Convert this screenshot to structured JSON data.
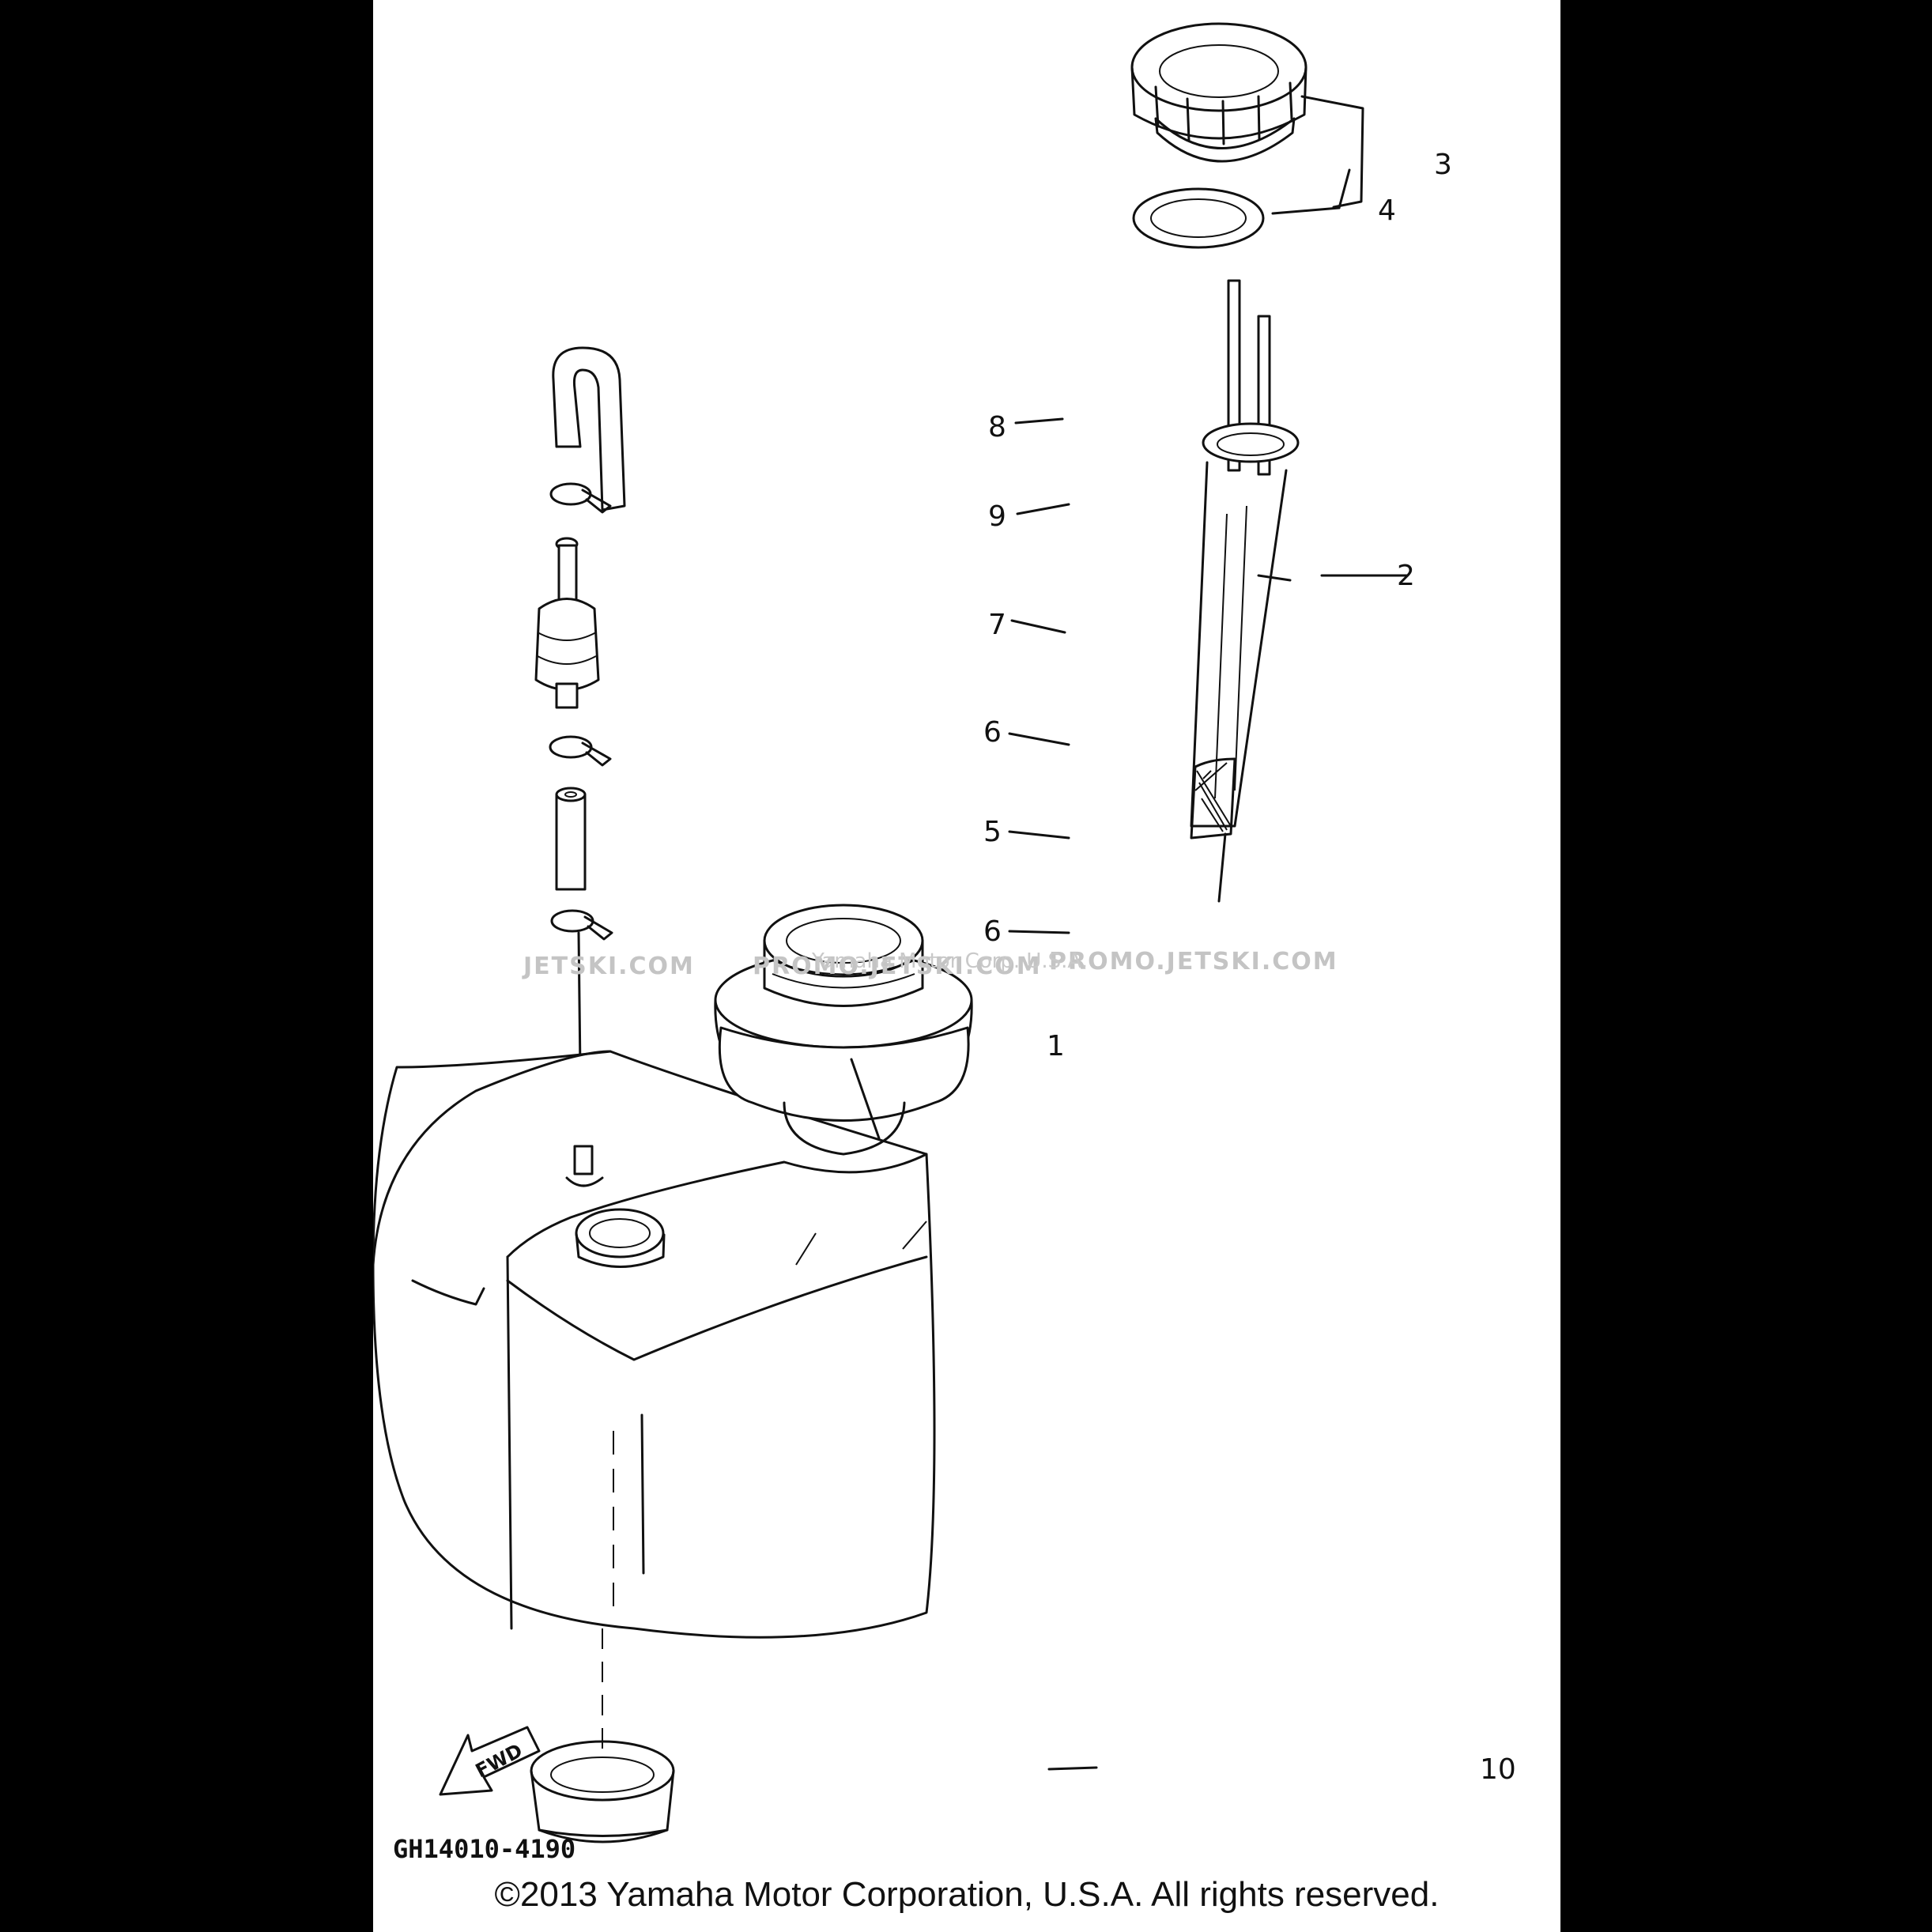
{
  "diagram": {
    "callouts": {
      "p1": "1",
      "p2": "2",
      "p3": "3",
      "p4": "4",
      "p5": "5",
      "p6a": "6",
      "p6b": "6",
      "p7": "7",
      "p8": "8",
      "p9": "9",
      "p10": "10"
    },
    "direction_label": "FWD",
    "part_code": "GH14010-4190",
    "watermark_left": "JETSKI.COM",
    "watermark_mid": "PROMO.JETSKI.COM",
    "watermark_right": "PROMO.JETSKI.COM",
    "watermark_credit": "Yamaha Motor Corp. U.S.A.",
    "copyright": "©2013 Yamaha Motor Corporation, U.S.A. All rights reserved."
  },
  "colors": {
    "background": "#000000",
    "sheet": "#ffffff",
    "ink": "#111111",
    "watermark": "#c4c4c4"
  }
}
